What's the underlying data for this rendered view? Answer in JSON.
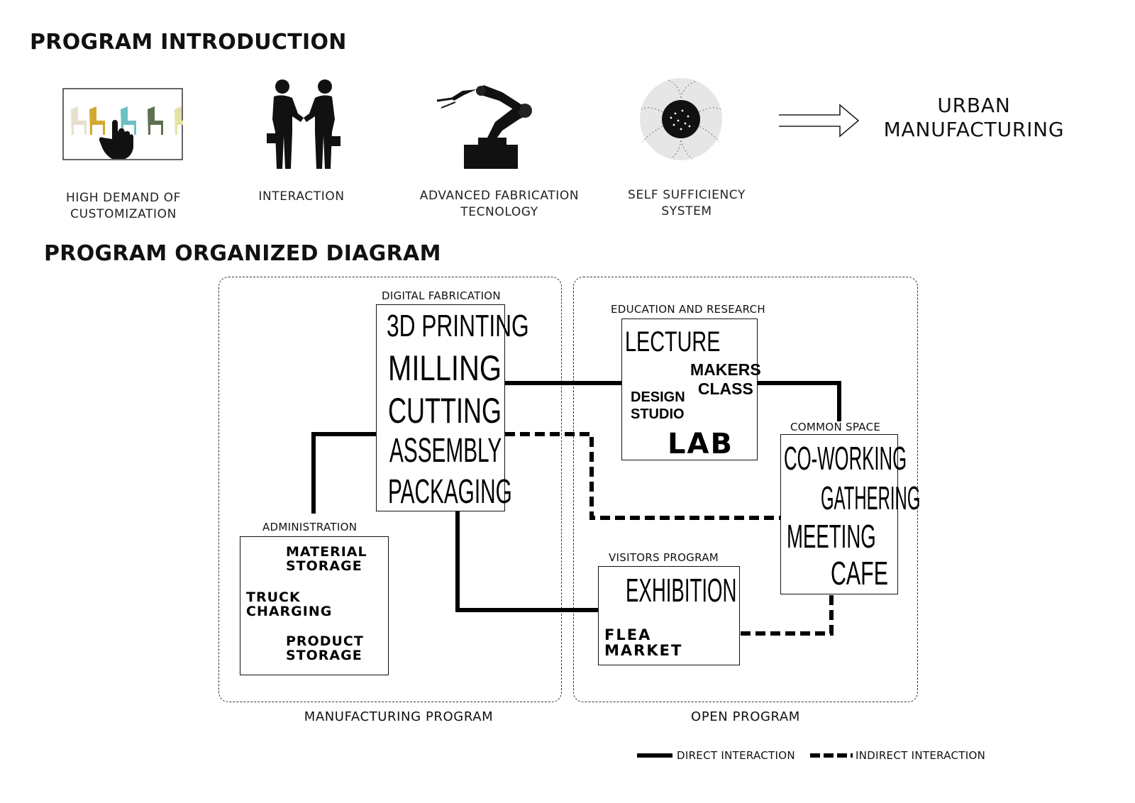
{
  "headings": {
    "intro": "PROGRAM INTRODUCTION",
    "diagram": "PROGRAM ORGANIZED DIAGRAM"
  },
  "intro_items": [
    {
      "icon": "chairs-touchscreen-icon",
      "line1": "HIGH DEMAND OF",
      "line2": "CUSTOMIZATION"
    },
    {
      "icon": "handshake-icon",
      "line1": "INTERACTION",
      "line2": ""
    },
    {
      "icon": "robotic-arm-icon",
      "line1": "ADVANCED FABRICATION",
      "line2": "TECNOLOGY"
    },
    {
      "icon": "self-sufficiency-circle-icon",
      "line1": "SELF SUFFICIENCY",
      "line2": "SYSTEM"
    }
  ],
  "result": {
    "line1": "URBAN",
    "line2": "MANUFACTURING"
  },
  "chair_colors": [
    "#e6e0cf",
    "#d4a82e",
    "#6cc0c4",
    "#5f7151",
    "#e4e2a2"
  ],
  "groups": {
    "digital_fabrication": {
      "label": "DIGITAL FABRICATION",
      "items": [
        "3D PRINTING",
        "MILLING",
        "CUTTING",
        "ASSEMBLY",
        "PACKAGING"
      ]
    },
    "administration": {
      "label": "ADMINISTRATION",
      "items": [
        {
          "line1": "MATERIAL",
          "line2": "STORAGE"
        },
        {
          "line1": "TRUCK",
          "line2": "CHARGING"
        },
        {
          "line1": "PRODUCT",
          "line2": "STORAGE"
        }
      ]
    },
    "education": {
      "label": "EDUCATION AND RESEARCH",
      "lecture": "LECTURE",
      "makers": {
        "line1": "MAKERS",
        "line2": "CLASS"
      },
      "design": {
        "line1": "DESIGN",
        "line2": "STUDIO"
      },
      "lab": "LAB"
    },
    "common": {
      "label": "COMMON SPACE",
      "items": [
        "CO-WORKING",
        "GATHERING",
        "MEETING",
        "CAFE"
      ]
    },
    "visitors": {
      "label": "VISITORS PROGRAM",
      "exhibition": "EXHIBITION",
      "flea": {
        "line1": "FLEA",
        "line2": "MARKET"
      }
    }
  },
  "zones": {
    "manufacturing": "MANUFACTURING PROGRAM",
    "open": "OPEN PROGRAM"
  },
  "legend": {
    "direct": "DIRECT INTERACTION",
    "indirect": "INDIRECT INTERACTION"
  }
}
